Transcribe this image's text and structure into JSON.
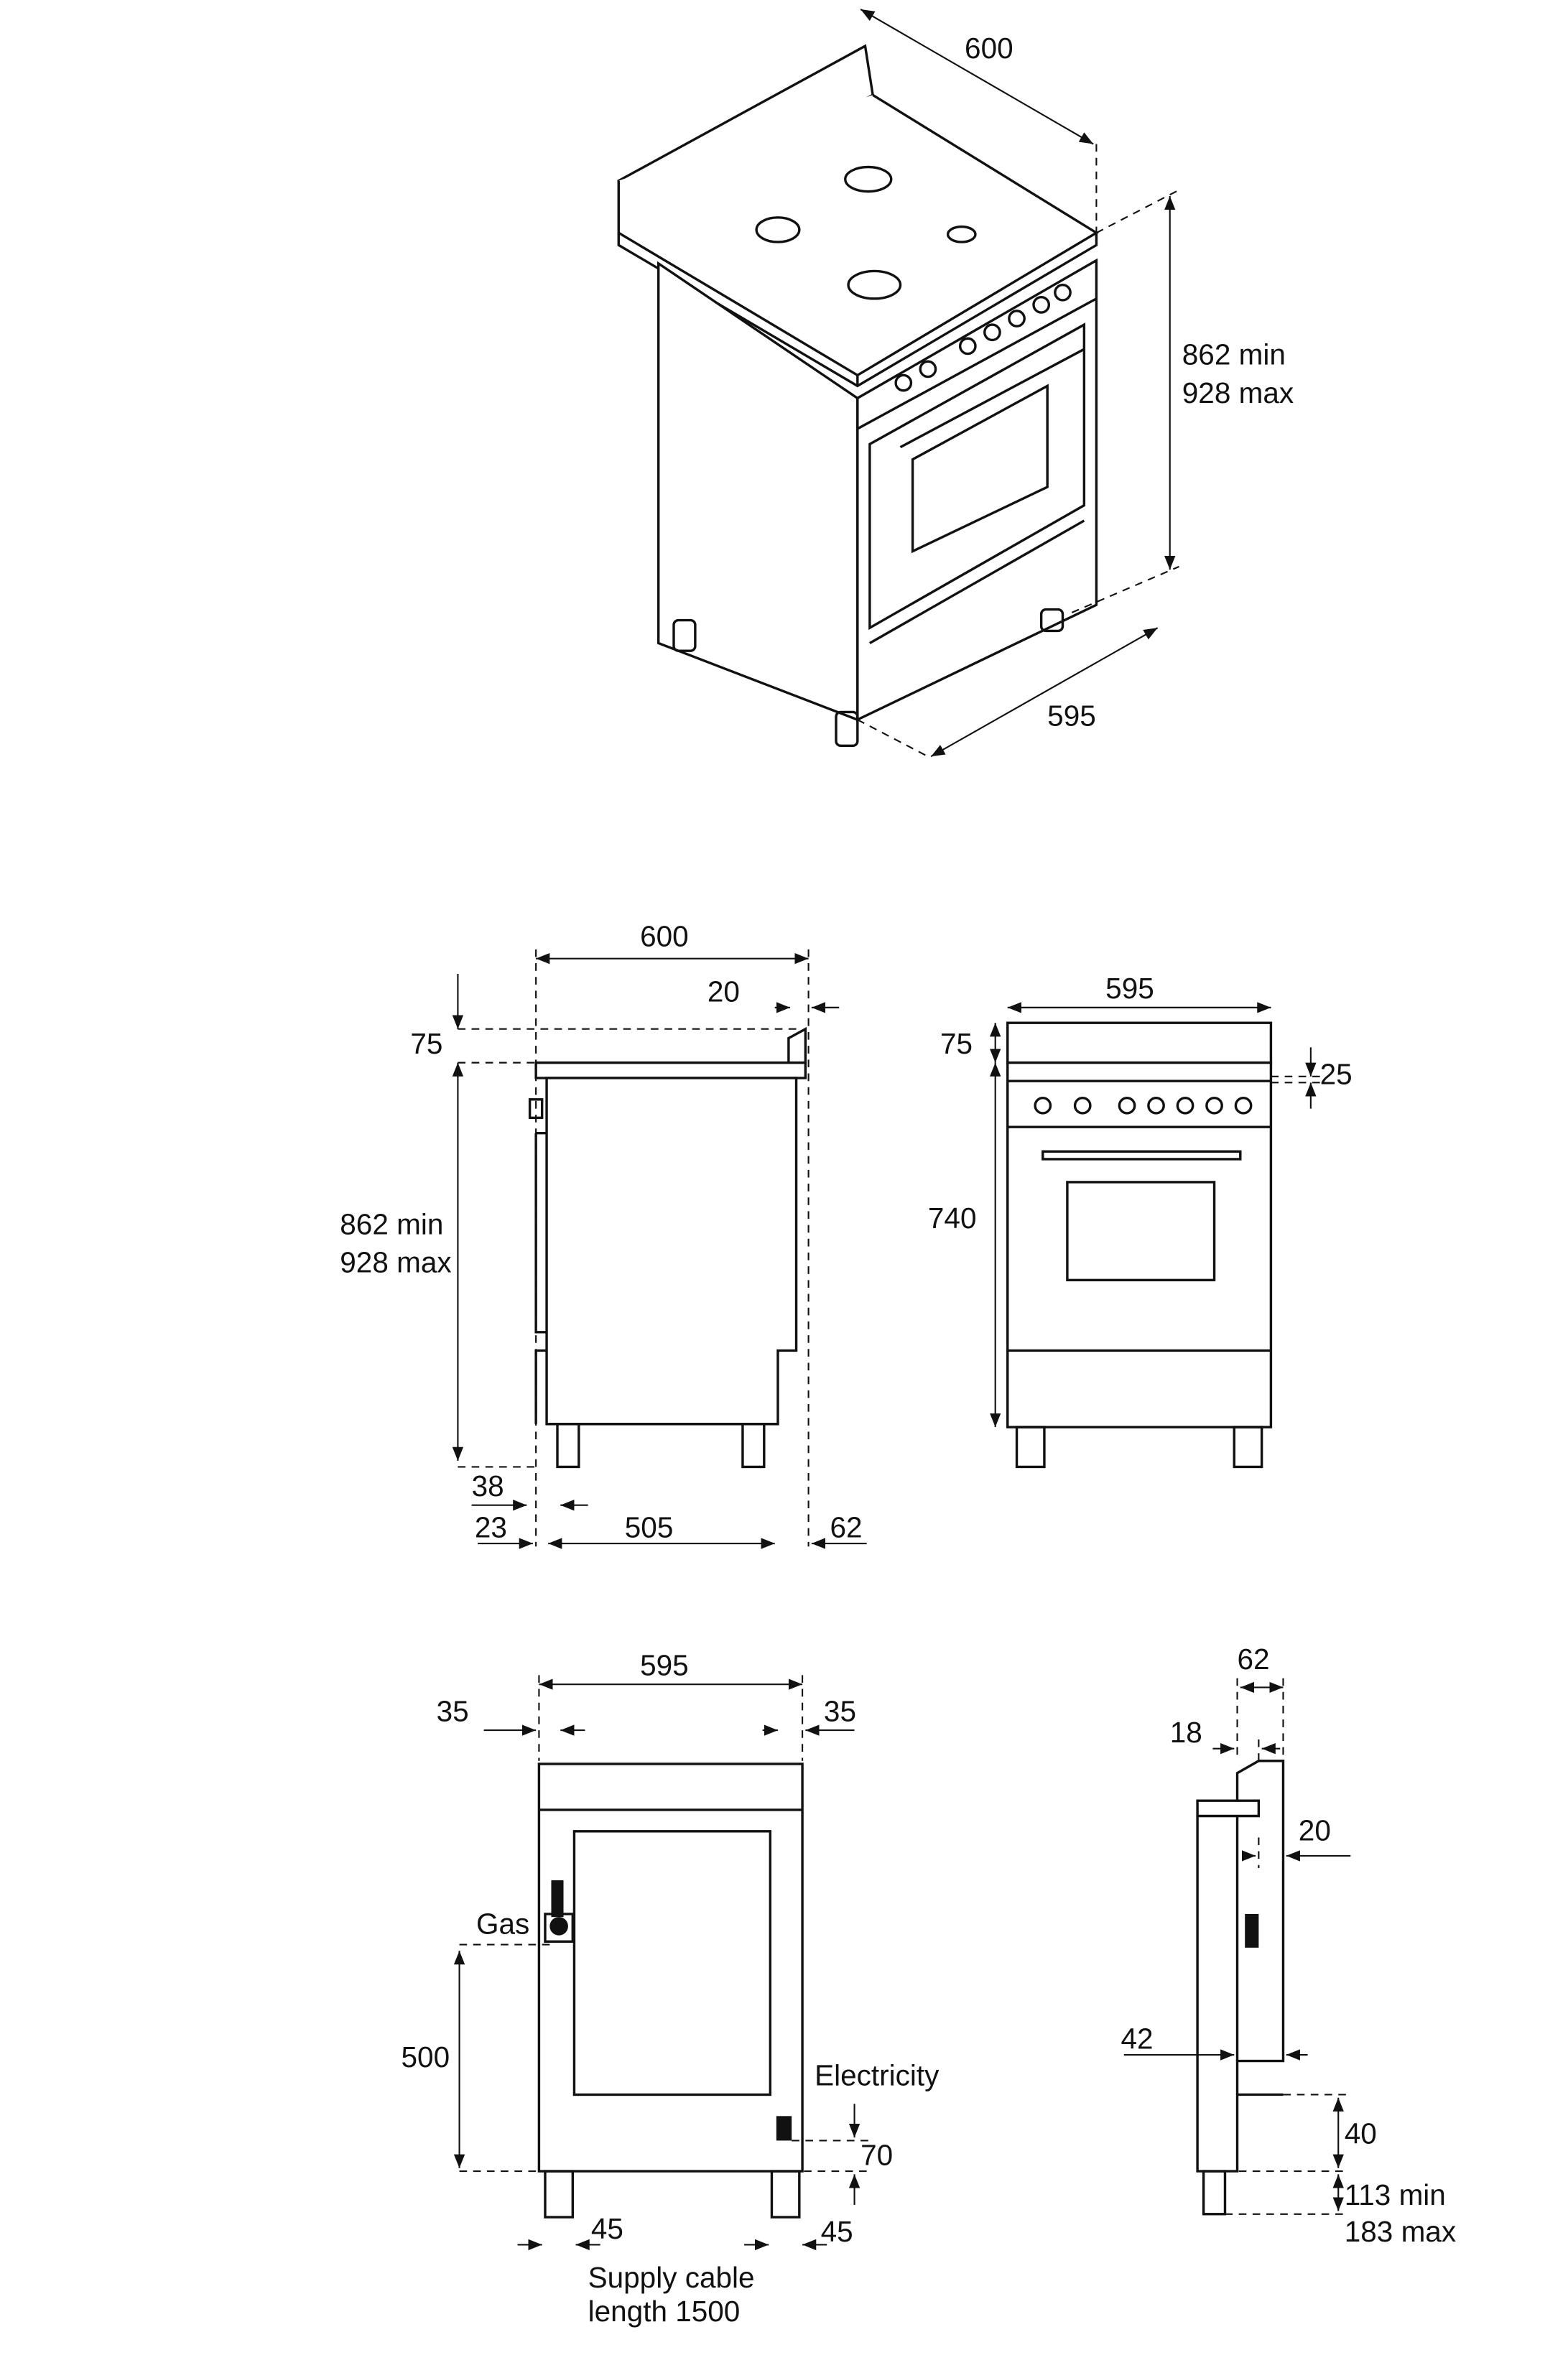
{
  "iso_view": {
    "width": "600",
    "height_min": "862 min",
    "height_max": "928 max",
    "depth": "595"
  },
  "side_view": {
    "width": "600",
    "top_offset": "20",
    "backsplash": "75",
    "height_min": "862 min",
    "height_max": "928 max",
    "foot_inset": "38",
    "front_offset": "23",
    "foot_span": "505",
    "rear_offset": "62"
  },
  "front_view": {
    "width": "595",
    "backsplash": "75",
    "panel": "25",
    "body_height": "740"
  },
  "rear_view": {
    "width": "595",
    "left_margin": "35",
    "right_margin": "35",
    "gas_label": "Gas",
    "gas_height": "500",
    "electricity_label": "Electricity",
    "electricity_height": "70",
    "left_foot": "45",
    "right_foot": "45",
    "cable_line1": "Supply cable",
    "cable_line2": "length 1500"
  },
  "profile_view": {
    "depth_top": "62",
    "inset_top": "18",
    "inset_mid": "20",
    "inset_low": "42",
    "step": "40",
    "foot_min": "113 min",
    "foot_max": "183 max"
  },
  "colors": {
    "line": "#111111",
    "background": "#ffffff"
  }
}
